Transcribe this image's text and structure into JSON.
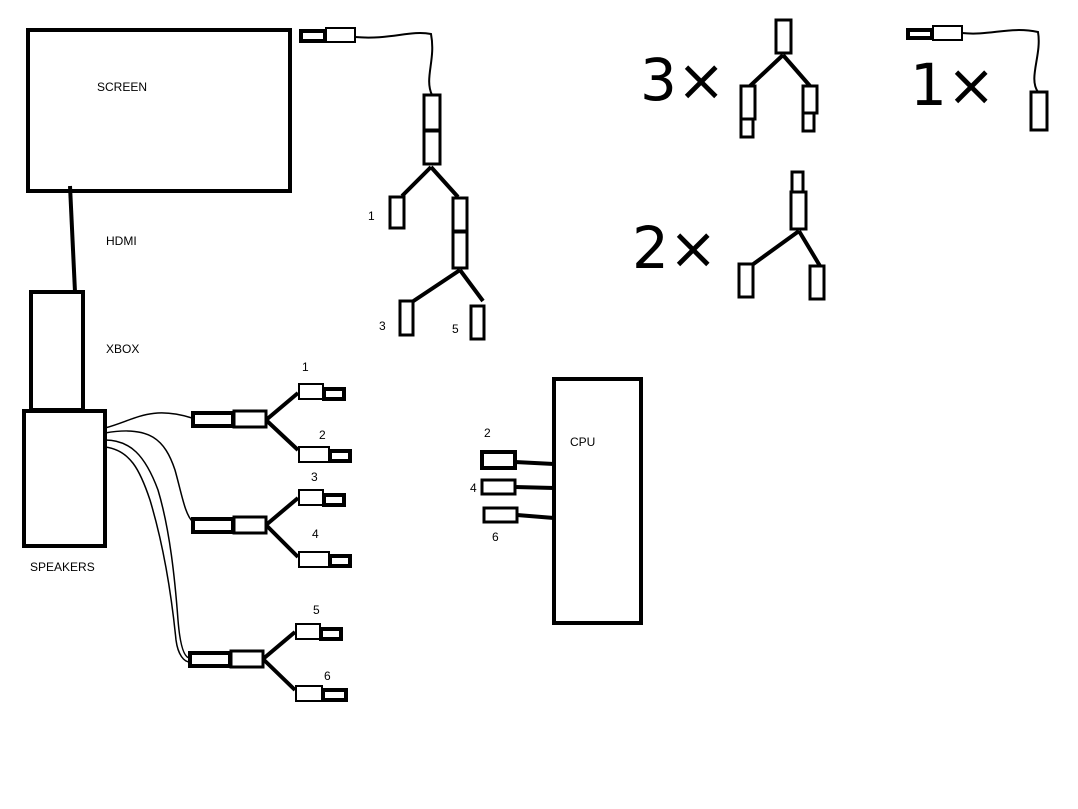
{
  "labels": {
    "screen": "SCREEN",
    "hdmi": "HDMI",
    "xbox": "XBOX",
    "speakers": "SPEAKERS",
    "cpu": "CPU"
  },
  "main_tree": {
    "branch_left": "1",
    "leaf_left": "3",
    "leaf_right": "5"
  },
  "speaker_plugs": [
    "1",
    "2",
    "3",
    "4",
    "5",
    "6"
  ],
  "cpu_ports": [
    "2",
    "4",
    "6"
  ],
  "legend": {
    "y_splitter_count": "3×",
    "single_cable_count": "1×",
    "y_splitter_alt_count": "2×"
  },
  "colors": {
    "ink": "#000000",
    "paper": "#ffffff"
  }
}
